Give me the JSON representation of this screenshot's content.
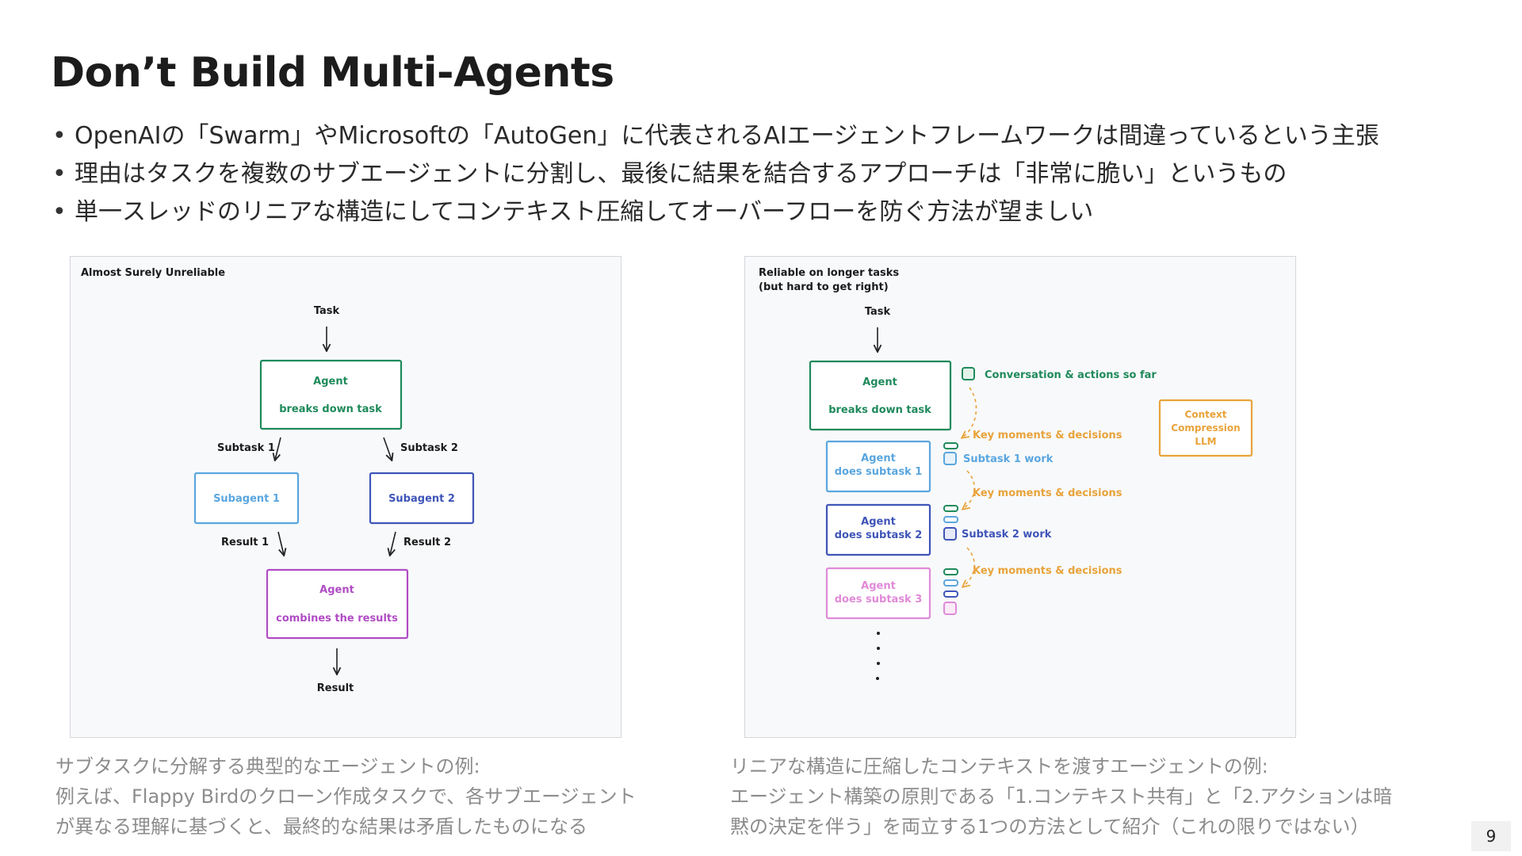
{
  "slide": {
    "title": "Don’t Build Multi-Agents",
    "bullets": [
      "OpenAIの「Swarm」やMicrosoftの「AutoGen」に代表されるAIエージェントフレームワークは間違っているという主張",
      "理由はタスクを複数のサブエージェントに分割し、最後に結果を結合するアプローチは「非常に脆い」というもの",
      "単一スレッドのリニアな構造にしてコンテキスト圧縮してオーバーフローを防ぐ方法が望ましい"
    ],
    "page_number": "9"
  },
  "left_diagram": {
    "heading": "Almost Surely Unreliable",
    "task": "Task",
    "agent_title": "Agent",
    "agent_sub": "breaks down task",
    "subtask1": "Subtask 1",
    "subtask2": "Subtask 2",
    "subagent1": "Subagent 1",
    "subagent2": "Subagent 2",
    "result1": "Result 1",
    "result2": "Result 2",
    "combine_title": "Agent",
    "combine_sub": "combines the results",
    "result": "Result"
  },
  "right_diagram": {
    "heading_line1": "Reliable on longer tasks",
    "heading_line2": "(but hard to get right)",
    "task": "Task",
    "agent_title": "Agent",
    "agent_sub": "breaks down task",
    "conversation": "Conversation & actions so far",
    "key_moments_1": "Key moments & decisions",
    "key_moments_2": "Key moments & decisions",
    "key_moments_3": "Key moments & decisions",
    "agent1_line1": "Agent",
    "agent1_line2": "does subtask 1",
    "subtask1_work": "Subtask 1 work",
    "agent2_line1": "Agent",
    "agent2_line2": "does subtask 2",
    "subtask2_work": "Subtask 2 work",
    "agent3_line1": "Agent",
    "agent3_line2": "does subtask 3",
    "compression_line1": "Context",
    "compression_line2": "Compression",
    "compression_line3": "LLM"
  },
  "captions": {
    "left": [
      "サブタスクに分解する典型的なエージェントの例:",
      "例えば、Flappy Birdのクローン作成タスクで、各サブエージェント",
      "が異なる理解に基づくと、最終的な結果は矛盾したものになる"
    ],
    "right": [
      "リニアな構造に圧縮したコンテキストを渡すエージェントの例:",
      "エージェント構築の原則である「1.コンテキスト共有」と「2.アクションは暗",
      "黙の決定を伴う」を両立する1つの方法として紹介（これの限りではない）"
    ]
  },
  "colors": {
    "green": "#1f8a5b",
    "light_blue": "#5aa6df",
    "dark_blue": "#3f55b8",
    "purple": "#b04cc4",
    "pink": "#e08ad8",
    "orange": "#e8a33a"
  }
}
